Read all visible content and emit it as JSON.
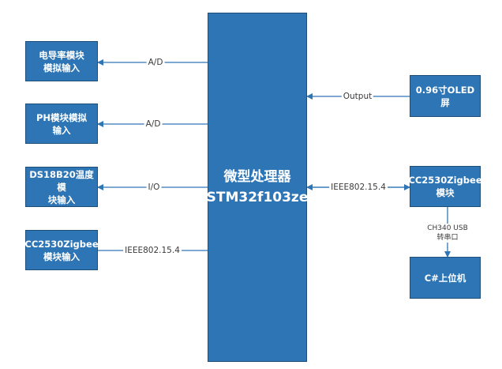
{
  "diagram": {
    "center": {
      "line1": "微型处理器",
      "line2": "STM32f103ze"
    },
    "left_boxes": [
      {
        "text": "电导率模块\n模拟输入"
      },
      {
        "text": "PH模块模拟\n输入"
      },
      {
        "text": "DS18B20温度模\n块输入"
      },
      {
        "text": "CC2530Zigbee\n模块输入"
      }
    ],
    "right_boxes": [
      {
        "text": "0.96寸OLED屏"
      },
      {
        "text": "CC2530Zigbee\n模块"
      },
      {
        "text": "C#上位机"
      }
    ],
    "edge_labels": {
      "conductivity": "A/D",
      "ph": "A/D",
      "temperature": "I/O",
      "zigbee_in": "IEEE802.15.4",
      "oled": "Output",
      "zigbee_module": "IEEE802.15.4",
      "serial": "CH340 USB\n转串口"
    },
    "colors": {
      "box_fill": "#2E75B6",
      "box_border": "#1F4E79",
      "line": "#2E75B6"
    }
  }
}
